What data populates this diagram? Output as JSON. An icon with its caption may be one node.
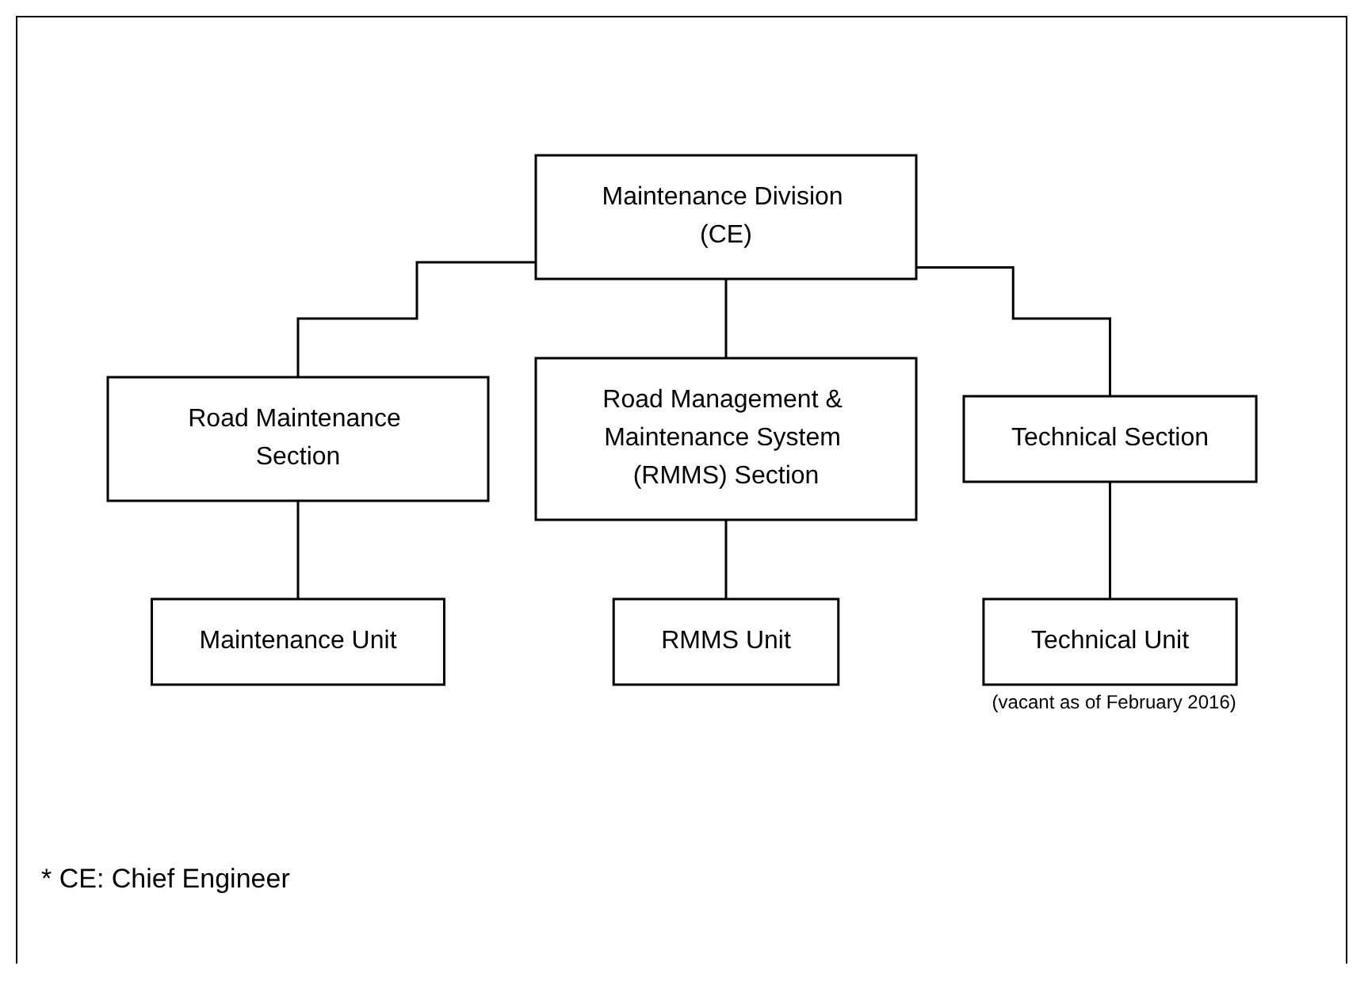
{
  "diagram": {
    "nodes": [
      {
        "text": [
          "Maintenance Division (CE)"
        ]
      },
      {
        "text": [
          "Road Maintenance Section"
        ]
      },
      {
        "text": [
          "Road Management & Maintenance System (RMMS) Section"
        ]
      },
      {
        "text": [
          "Technical Section"
        ]
      },
      {
        "text": [
          "Maintenance Unit"
        ]
      },
      {
        "text": [
          "RMMS Unit"
        ]
      },
      {
        "text": [
          "Technical Unit"
        ],
        "beside": [
          "(vacant as of February 2016)"
        ]
      }
    ],
    "edges": [
      {
        "from": 0,
        "to": 1,
        "arrow": "none"
      },
      {
        "from": 0,
        "to": 2,
        "arrow": "none"
      },
      {
        "from": 0,
        "to": 3,
        "arrow": "none"
      },
      {
        "from": 1,
        "to": 4,
        "arrow": "none"
      },
      {
        "from": 2,
        "to": 5,
        "arrow": "none"
      },
      {
        "from": 3,
        "to": 6,
        "arrow": "none"
      }
    ],
    "labels": [
      "* CE: Chief Engineer"
    ]
  }
}
